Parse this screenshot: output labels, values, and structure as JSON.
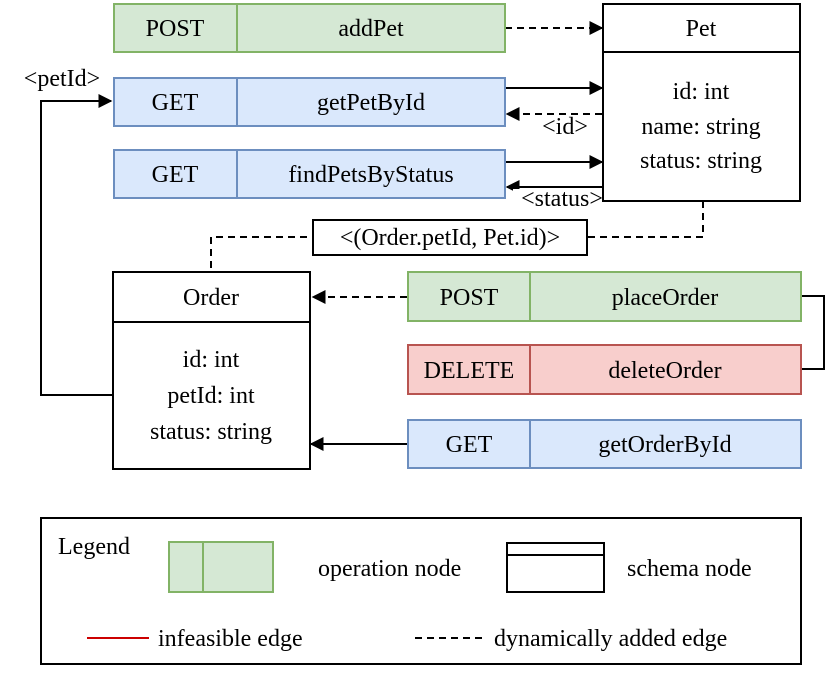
{
  "diagram": {
    "ops": {
      "add_pet": {
        "method": "POST",
        "name": "addPet"
      },
      "get_pet_by_id": {
        "method": "GET",
        "name": "getPetById"
      },
      "find_pets_by_status": {
        "method": "GET",
        "name": "findPetsByStatus"
      },
      "place_order": {
        "method": "POST",
        "name": "placeOrder"
      },
      "delete_order": {
        "method": "DELETE",
        "name": "deleteOrder"
      },
      "get_order_by_id": {
        "method": "GET",
        "name": "getOrderById"
      }
    },
    "schemas": {
      "pet": {
        "title": "Pet",
        "fields": [
          "id: int",
          "name: string",
          "status: string"
        ]
      },
      "order": {
        "title": "Order",
        "fields": [
          "id: int",
          "petId: int",
          "status: string"
        ]
      }
    },
    "edge_labels": {
      "pet_id": "<petId>",
      "id": "<id>",
      "status": "<status>",
      "order_pet": "<(Order.petId, Pet.id)>"
    },
    "legend": {
      "title": "Legend",
      "operation_node": "operation node",
      "schema_node": "schema node",
      "infeasible_edge": "infeasible edge",
      "dynamic_edge": "dynamically added edge"
    },
    "colors": {
      "post_fill": "#d5e8d4",
      "post_stroke": "#82b366",
      "get_fill": "#dae8fc",
      "get_stroke": "#6c8ebf",
      "delete_fill": "#f8cecc",
      "delete_stroke": "#b85450",
      "infeasible": "#cc0000"
    }
  }
}
